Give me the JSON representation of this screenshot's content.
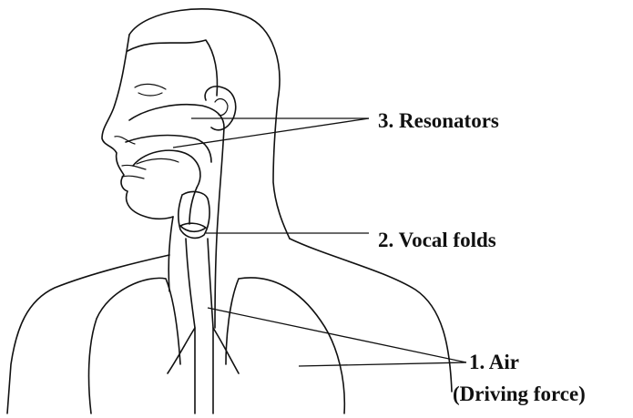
{
  "labels": {
    "resonators": "3. Resonators",
    "vocal_folds": "2. Vocal folds",
    "air": "1.   Air",
    "air_sub": "(Driving force)"
  }
}
